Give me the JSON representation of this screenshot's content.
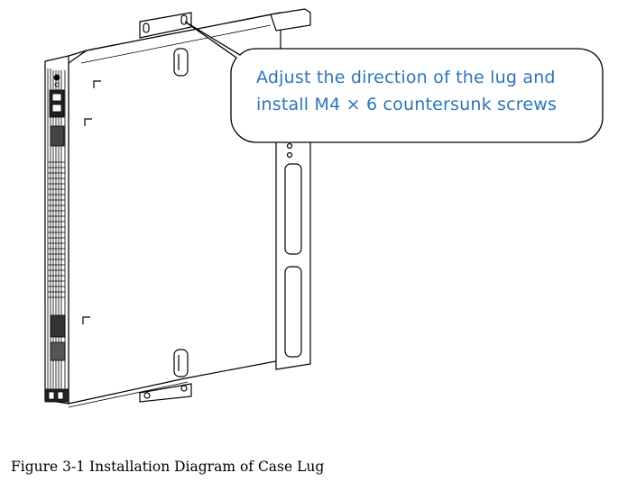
{
  "callout": {
    "line1": "Adjust the direction of the lug and",
    "line2": "install M4 × 6 countersunk screws",
    "text_color": "#2e75b6"
  },
  "caption": "Figure 3-1 Installation Diagram of Case Lug"
}
